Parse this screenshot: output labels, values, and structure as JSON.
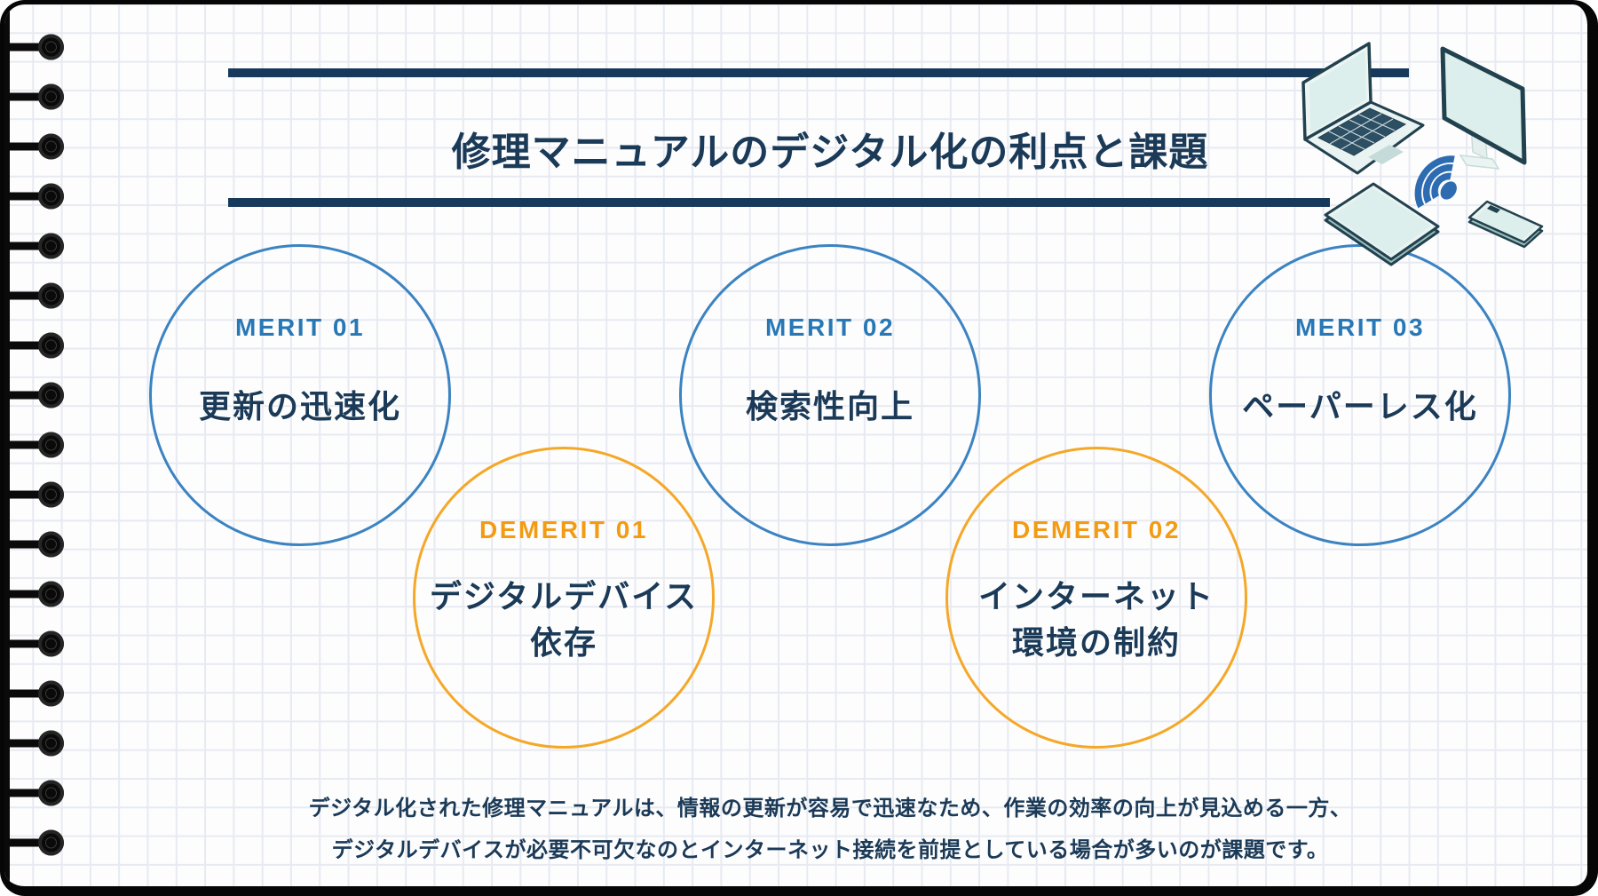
{
  "header": {
    "title": "修理マニュアルのデジタル化の利点と課題"
  },
  "circles": [
    {
      "label": "MERIT 01",
      "text": "更新の迅速化",
      "type": "merit"
    },
    {
      "label": "DEMERIT 01",
      "text": "デジタルデバイス\n依存",
      "type": "demerit"
    },
    {
      "label": "MERIT 02",
      "text": "検索性向上",
      "type": "merit"
    },
    {
      "label": "DEMERIT 02",
      "text": "インターネット\n環境の制約",
      "type": "demerit"
    },
    {
      "label": "MERIT 03",
      "text": "ペーパーレス化",
      "type": "merit"
    }
  ],
  "footer": {
    "text": "デジタル化された修理マニュアルは、情報の更新が容易で迅速なため、作業の効率の向上が見込める一方、\nデジタルデバイスが必要不可欠なのとインターネット接続を前提としている場合が多いのが課題です。"
  },
  "colors": {
    "navy": "#1b3a57",
    "rule_bar": "#17395b",
    "merit_label": "#2878b5",
    "merit_circle_stroke": "#3b83c1",
    "demerit_label": "#f29b13",
    "demerit_circle_stroke": "#f5a827",
    "wifi_blue": "#2e6cb2",
    "device_screen": "#dcefec",
    "device_body": "#e9f3f2",
    "device_outline": "#22414f"
  },
  "icons": {
    "devices": [
      "laptop",
      "monitor",
      "wifi",
      "tablet",
      "smartphone"
    ]
  }
}
